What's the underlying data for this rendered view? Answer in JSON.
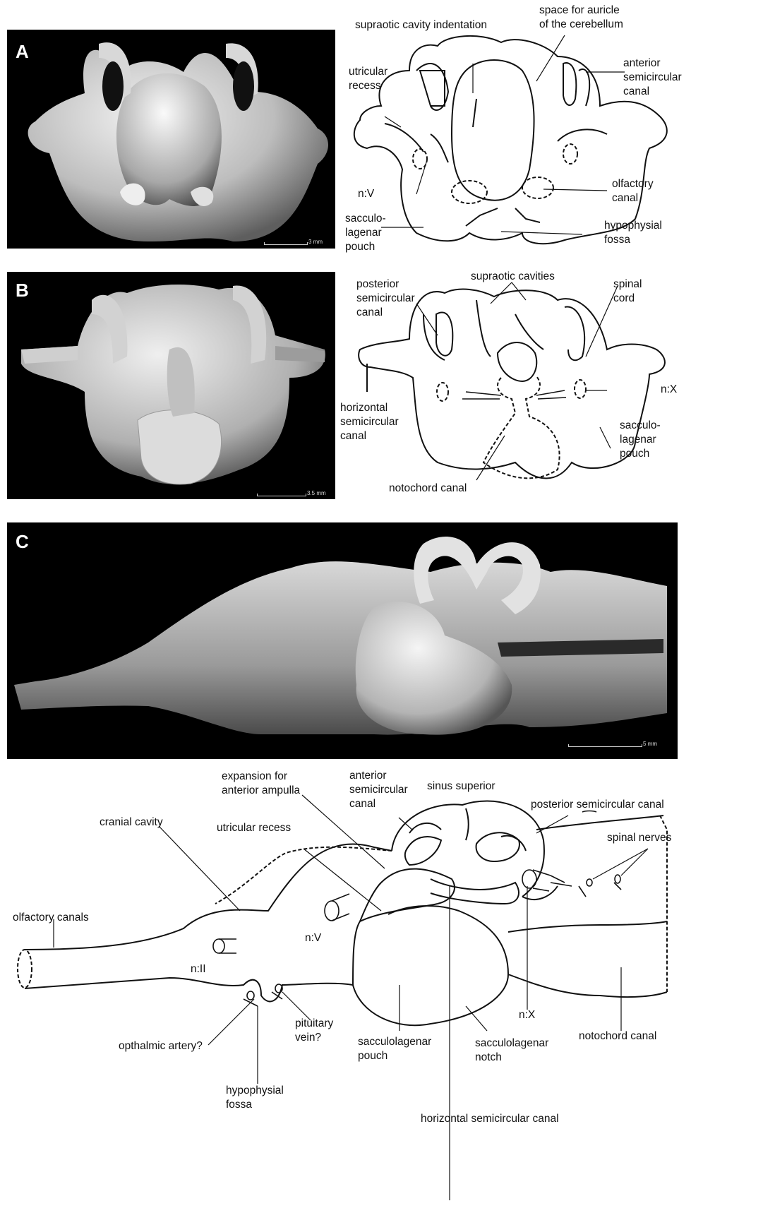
{
  "panels": {
    "A": {
      "letter": "A",
      "scale": "3 mm",
      "labels": {
        "supraotic_indentation": "supraotic cavity indentation",
        "space_auricle": "space for auricle\nof the cerebellum",
        "utricular_recess": "utricular\nrecess",
        "anterior_canal": "anterior\nsemicircular\ncanal",
        "nerve_v": "n:V",
        "olfactory_canal": "olfactory\ncanal",
        "sacculo_pouch": "sacculo-\nlagenar\npouch",
        "hypophysial_fossa": "hypophysial\nfossa"
      }
    },
    "B": {
      "letter": "B",
      "scale": "3.5 mm",
      "labels": {
        "posterior_canal": "posterior\nsemicircular\ncanal",
        "supraotic_cavities": "supraotic cavities",
        "spinal_cord": "spinal\ncord",
        "horizontal_canal": "horizontal\nsemicircular\ncanal",
        "nerve_x": "n:X",
        "sacculo_pouch": "sacculo-\nlagenar\npouch",
        "notochord_canal": "notochord canal"
      }
    },
    "C": {
      "letter": "C",
      "scale": "5 mm",
      "labels": {
        "expansion_ampulla": "expansion for\nanterior ampulla",
        "anterior_canal": "anterior\nsemicircular\ncanal",
        "sinus_superior": "sinus superior",
        "posterior_canal": "posterior semicircular canal",
        "cranial_cavity": "cranial cavity",
        "utricular_recess": "utricular recess",
        "spinal_nerves": "spinal nerves",
        "olfactory_canals": "olfactory canals",
        "nerve_v": "n:V",
        "nerve_ii": "n:II",
        "nerve_x": "n:X",
        "pituitary_vein": "pituitary\nvein?",
        "opthalmic_artery": "opthalmic artery?",
        "sacculolagenar_pouch": "sacculolagenar\npouch",
        "sacculolagenar_notch": "sacculolagenar\nnotch",
        "notochord_canal": "notochord canal",
        "hypophysial_fossa": "hypophysial\nfossa",
        "horizontal_canal": "horizontal semicircular canal"
      }
    }
  },
  "colors": {
    "background": "#000000",
    "line": "#111111",
    "render_light": "#e6e6e6",
    "render_dark": "#5a5a5a"
  }
}
